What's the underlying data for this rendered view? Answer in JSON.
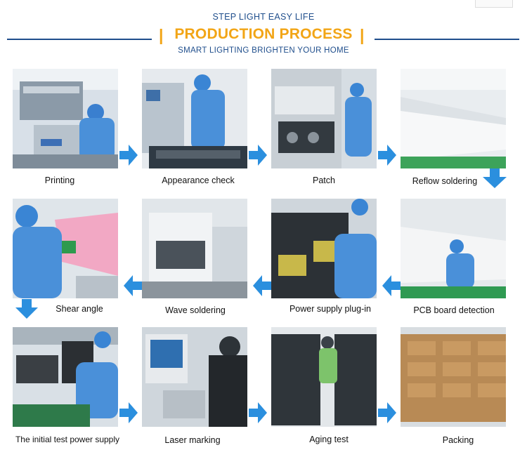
{
  "header": {
    "top_subtitle": "STEP LIGHT  EASY LIFE",
    "title": "PRODUCTION PROCESS",
    "bottom_subtitle": "SMART LIGHTING BRIGHTEN YOUR HOME"
  },
  "colors": {
    "accent": "#f2a516",
    "navy": "#1f4e8c",
    "arrow": "#2b8fde"
  },
  "steps": [
    {
      "label": "Printing",
      "icon": "printing-photo"
    },
    {
      "label": "Appearance check",
      "icon": "appearance-check-photo"
    },
    {
      "label": "Patch",
      "icon": "patch-photo"
    },
    {
      "label": "Reflow soldering",
      "icon": "reflow-soldering-photo"
    },
    {
      "label": "Shear angle",
      "icon": "shear-angle-photo"
    },
    {
      "label": "Wave soldering",
      "icon": "wave-soldering-photo"
    },
    {
      "label": "Power supply plug-in",
      "icon": "power-supply-plug-in-photo"
    },
    {
      "label": "PCB board detection",
      "icon": "pcb-board-detection-photo"
    },
    {
      "label": "The initial test power supply",
      "icon": "initial-test-photo"
    },
    {
      "label": "Laser marking",
      "icon": "laser-marking-photo"
    },
    {
      "label": "Aging test",
      "icon": "aging-test-photo"
    },
    {
      "label": "Packing",
      "icon": "packing-photo"
    }
  ]
}
